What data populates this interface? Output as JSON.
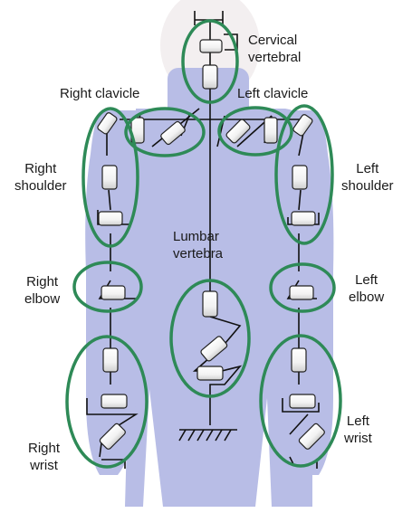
{
  "labels": {
    "cervical": [
      "Cervical",
      "vertebral"
    ],
    "right_clavicle": "Right clavicle",
    "left_clavicle": "Left clavicle",
    "right_shoulder": [
      "Right",
      "shoulder"
    ],
    "left_shoulder": [
      "Left",
      "shoulder"
    ],
    "lumbar": [
      "Lumbar",
      "vertebra"
    ],
    "right_elbow": [
      "Right",
      "elbow"
    ],
    "left_elbow": [
      "Left",
      "elbow"
    ],
    "right_wrist": [
      "Right",
      "wrist"
    ],
    "left_wrist": [
      "Left",
      "wrist"
    ]
  },
  "colors": {
    "body_silhouette": "#b8bde6",
    "head": "#f3eff0",
    "highlight_ellipse": "#2e8a57",
    "mechanism_lines": "#111111",
    "joint_cylinder_fill": "#ffffff"
  }
}
